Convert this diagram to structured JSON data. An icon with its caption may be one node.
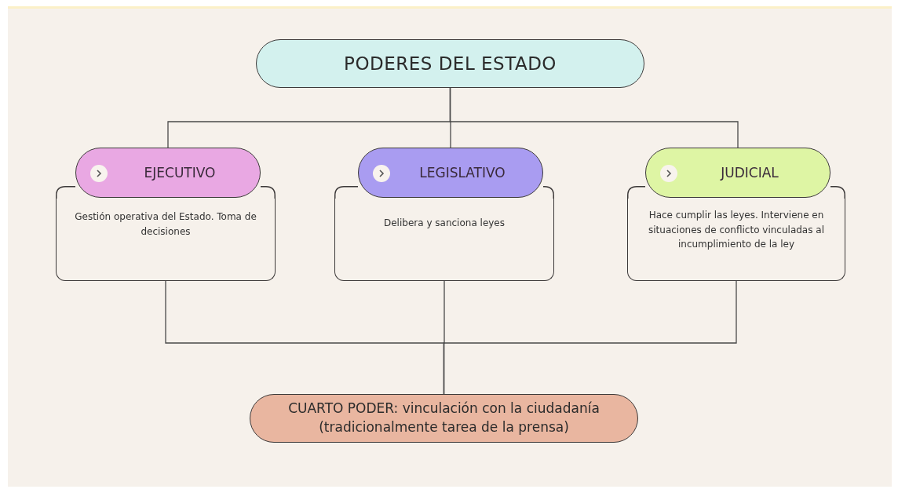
{
  "diagram": {
    "nodes": [
      {
        "text": [
          "PODERES DEL ESTADO"
        ]
      },
      {
        "text": [
          "EJECUTIVO"
        ]
      },
      {
        "text": [
          "Gestión operativa del Estado. Toma de decisiones"
        ]
      },
      {
        "text": [
          "LEGISLATIVO"
        ]
      },
      {
        "text": [
          "Delibera y sanciona leyes"
        ]
      },
      {
        "text": [
          "JUDICIAL"
        ]
      },
      {
        "text": [
          "Hace cumplir las leyes. Interviene en situaciones de conflicto vinculadas al incumplimiento de la ley"
        ]
      },
      {
        "text": [
          "CUARTO PODER: vinculación con la ciudadanía (tradicionalmente tarea de la prensa)"
        ]
      }
    ],
    "edges": [
      {
        "from": 0,
        "to": 1,
        "arrow": "none"
      },
      {
        "from": 0,
        "to": 3,
        "arrow": "none"
      },
      {
        "from": 0,
        "to": 5,
        "arrow": "none"
      },
      {
        "from": 2,
        "to": 7,
        "arrow": "none"
      },
      {
        "from": 4,
        "to": 7,
        "arrow": "none"
      },
      {
        "from": 6,
        "to": 7,
        "arrow": "none"
      }
    ]
  }
}
